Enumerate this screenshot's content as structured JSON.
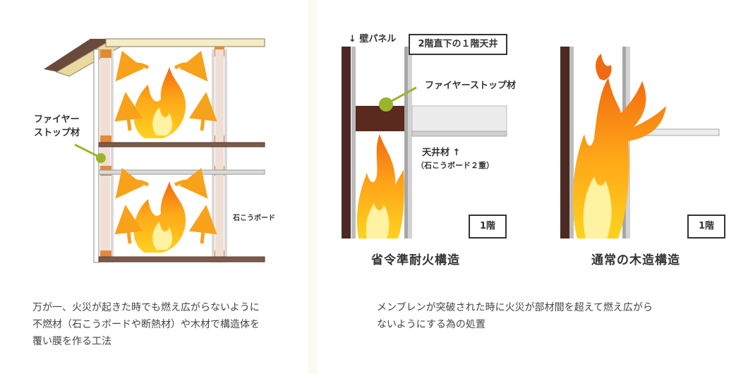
{
  "left": {
    "fire_stop_label_line1": "ファイヤー",
    "fire_stop_label_line2": "ストップ材",
    "gypsum_label": "石こうボード",
    "caption_lines": [
      "万が一、火災が起きた時でも燃え広がらないように",
      "不燃材（石こうボードや断熱材）や木材で構造体を",
      "覆い膜を作る工法"
    ]
  },
  "right": {
    "wall_panel_label": "↓ 壁パネル",
    "second_floor_label": "2階直下の１階天井",
    "fire_stop_label": "ファイヤーストップ材",
    "ceiling_label": "天井材 ↑",
    "ceiling_sub_label": "（石こうボード２重）",
    "floor_badge_a": "1階",
    "floor_badge_b": "1階",
    "title_a": "省令準耐火構造",
    "title_b": "通常の木造構造",
    "caption_lines": [
      "メンブレンが突破された時に火災が部材間を超えて燃え広がら",
      "ないようにする為の処置"
    ]
  },
  "colors": {
    "background": "#fbfaf3",
    "wood": "#e08a3c",
    "dark_wood": "#5a2a1e",
    "fire_stop_dot": "#9bb52a",
    "frame": "#5a3a2e",
    "gray": "#a7a7a7"
  }
}
